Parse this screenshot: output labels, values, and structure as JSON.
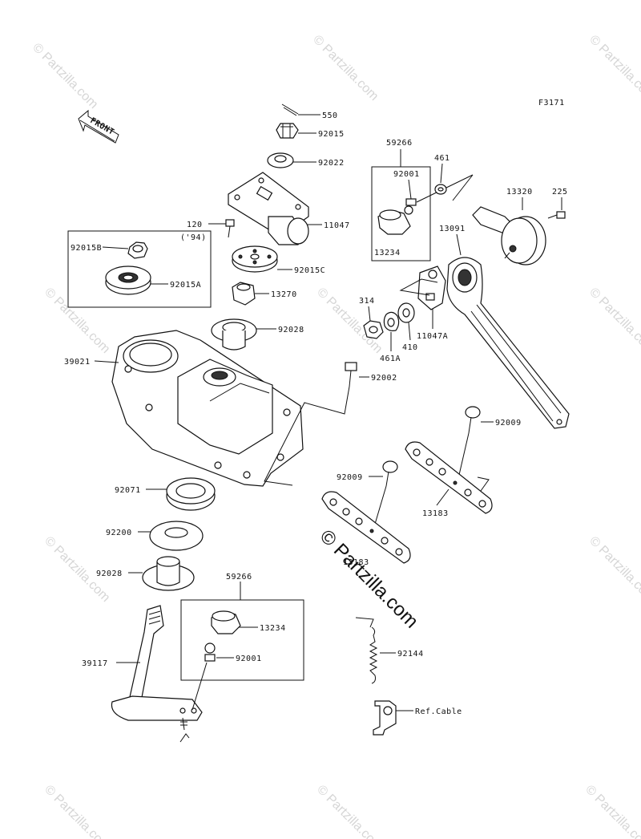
{
  "diagram_code": "F3171",
  "front_arrow_text": "FRONT",
  "watermark_small": "© Partzilla.com",
  "watermark_large": "© Partzilla.com",
  "box_note": "('94)",
  "labels": {
    "p550": "550",
    "p92015": "92015",
    "p92022": "92022",
    "p11047": "11047",
    "p120": "120",
    "p92015C": "92015C",
    "p92015B": "92015B",
    "p92015A": "92015A",
    "p13270": "13270",
    "p92028a": "92028",
    "p39021": "39021",
    "p92002": "92002",
    "p92071": "92071",
    "p92200": "92200",
    "p92028b": "92028",
    "p39117": "39117",
    "p59266a": "59266",
    "p92001a": "92001",
    "p13234a": "13234",
    "p461": "461",
    "p13320": "13320",
    "p225": "225",
    "p13091": "13091",
    "p314": "314",
    "p461A": "461A",
    "p410": "410",
    "p11047A": "11047A",
    "p92009a": "92009",
    "p92009b": "92009",
    "p13183a": "13183",
    "p13183b": "13183",
    "p92144": "92144",
    "pRefCable": "Ref.Cable",
    "p59266b": "59266",
    "p13234b": "13234",
    "p92001b": "92001"
  }
}
